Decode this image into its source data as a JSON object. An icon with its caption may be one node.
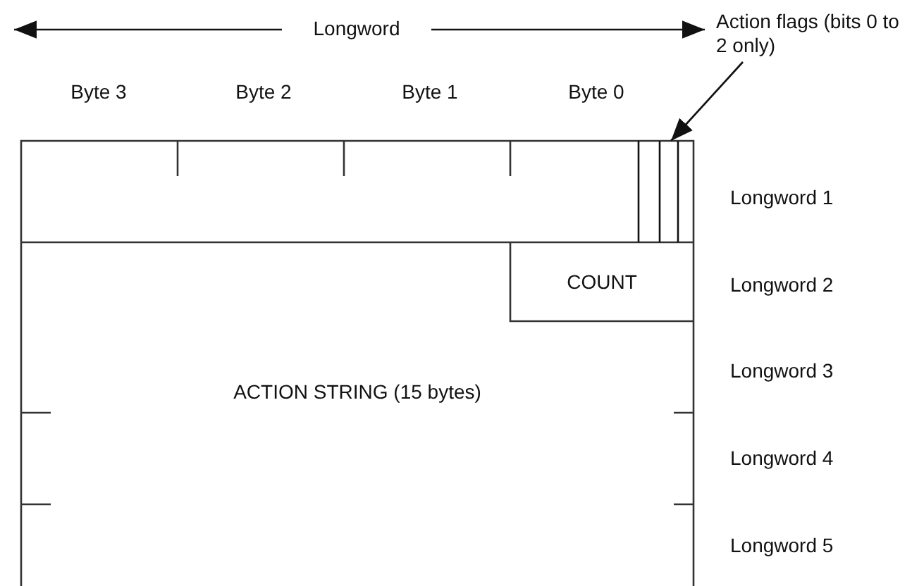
{
  "diagram": {
    "nodes": [
      {
        "text": [
          "Action flags (bits 0 to 2 only)"
        ]
      },
      {
        "text": [],
        "shape": "bar"
      },
      {
        "text": [
          "COUNT"
        ]
      },
      {
        "text": [
          "ACTION STRING (15 bytes)"
        ]
      }
    ],
    "edges": [
      {
        "from": 0,
        "to": 1,
        "arrow": "to"
      }
    ],
    "labels": [
      "Longword",
      "Byte 3",
      "Byte 2",
      "Byte 1",
      "Byte 0",
      "Longword 1",
      "Longword 2",
      "Longword 3",
      "Longword 4",
      "Longword 5"
    ]
  }
}
